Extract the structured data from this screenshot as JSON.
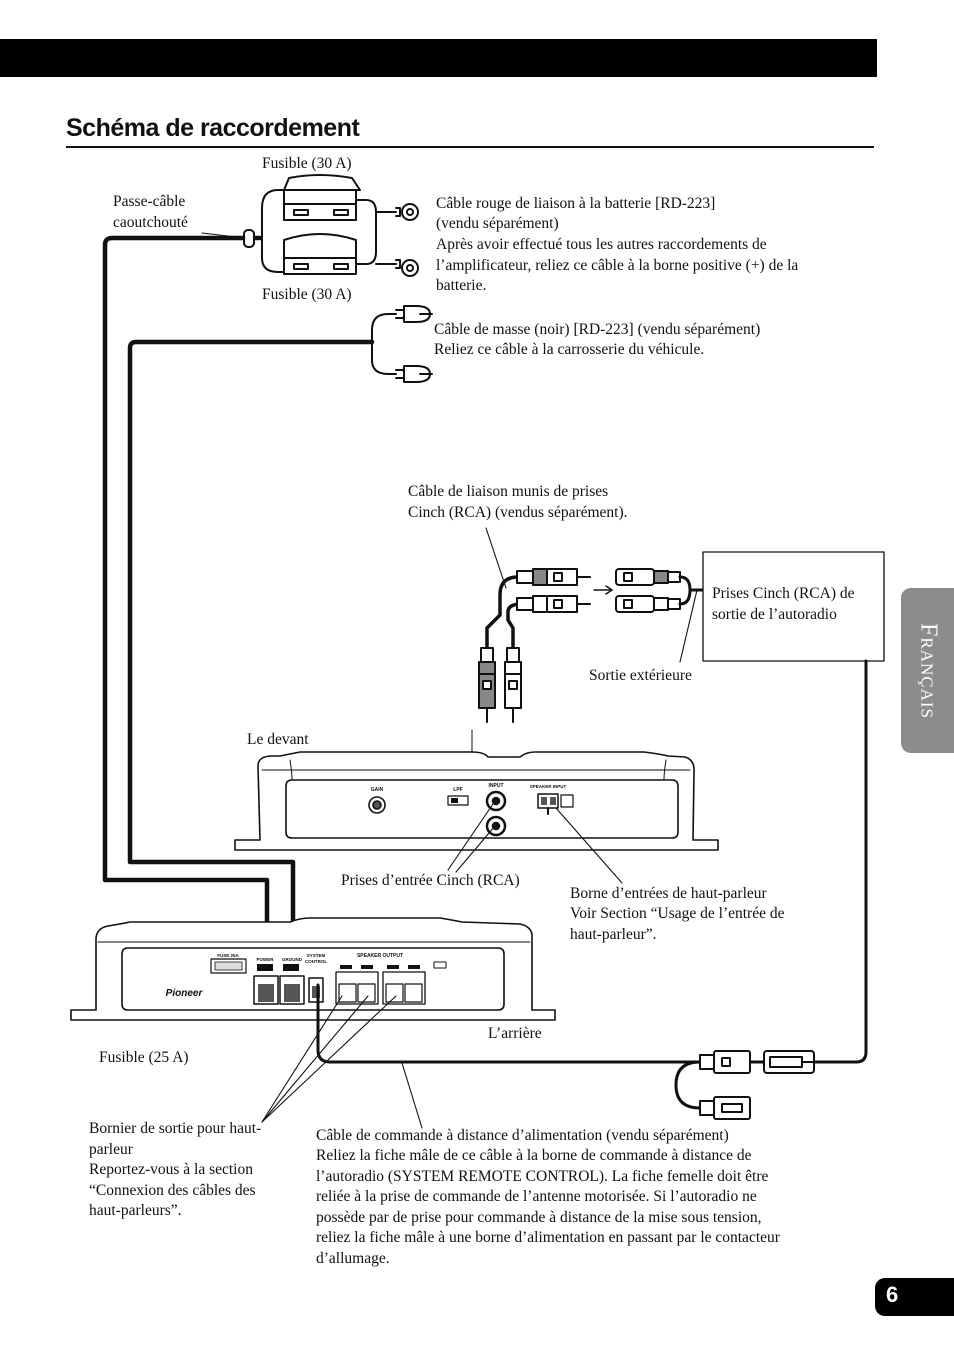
{
  "header": {
    "title": "Schéma de raccordement"
  },
  "labels": {
    "fuse_top": "Fusible (30 A)",
    "fuse_bottom": "Fusible (30 A)",
    "grommet_1": "Passe-câble",
    "grommet_2": "caoutchouté",
    "battery_1": "Câble rouge de liaison à la batterie [RD-223]",
    "battery_2": "(vendu séparément)",
    "battery_3": "Après avoir effectué tous les autres raccordements de",
    "battery_4": "l’amplificateur, reliez ce câble à la borne positive (+) de la",
    "battery_5": "batterie.",
    "ground_1": "Câble de masse (noir) [RD-223] (vendu séparément)",
    "ground_2": "Reliez ce câble à la carrosserie du véhicule.",
    "rca_cable_1": "Câble de liaison munis de prises",
    "rca_cable_2": "Cinch (RCA) (vendus séparément).",
    "head_unit_1": "Prises Cinch (RCA) de",
    "head_unit_2": "sortie de l’autoradio",
    "external_out": "Sortie extérieure",
    "front": "Le devant",
    "rca_inputs": "Prises d’entrée Cinch (RCA)",
    "spk_input_1": "Borne d’entrées de haut-parleur",
    "spk_input_2": "Voir Section “Usage de l’entrée de",
    "spk_input_3": "haut-parleur”.",
    "rear": "L’arrière",
    "fuse_25": "Fusible (25 A)",
    "spk_out_1": "Bornier de sortie pour haut-",
    "spk_out_2": "parleur",
    "spk_out_3": "Reportez-vous à la section",
    "spk_out_4": "“Connexion des câbles des",
    "spk_out_5": "haut-parleurs”.",
    "remote_1": "Câble de commande à distance d’alimentation (vendu séparément)",
    "remote_2": "Reliez la fiche mâle de ce câble à la borne de commande à distance de",
    "remote_3": "l’autoradio (SYSTEM REMOTE CONTROL). La fiche femelle doit être",
    "remote_4": "reliée à la prise de commande de l’antenne motorisée. Si l’autoradio ne",
    "remote_5": "possède par de prise pour commande à distance de la mise sous tension,",
    "remote_6": "reliez la fiche mâle à une borne d’alimentation en passant par le contacteur",
    "remote_7": "d’allumage."
  },
  "panel_labels": {
    "gain": "GAIN",
    "lpf": "LPF",
    "input": "INPUT",
    "speaker_input": "SPEAKER INPUT",
    "fuse": "FUSE 25A",
    "power": "POWER",
    "ground": "GROUND",
    "system": "SYSTEM",
    "control": "CONTROL",
    "speaker_output": "SPEAKER OUTPUT",
    "brand": "Pioneer"
  },
  "side_tab": {
    "label": "Français"
  },
  "footer": {
    "page_number": "6"
  }
}
